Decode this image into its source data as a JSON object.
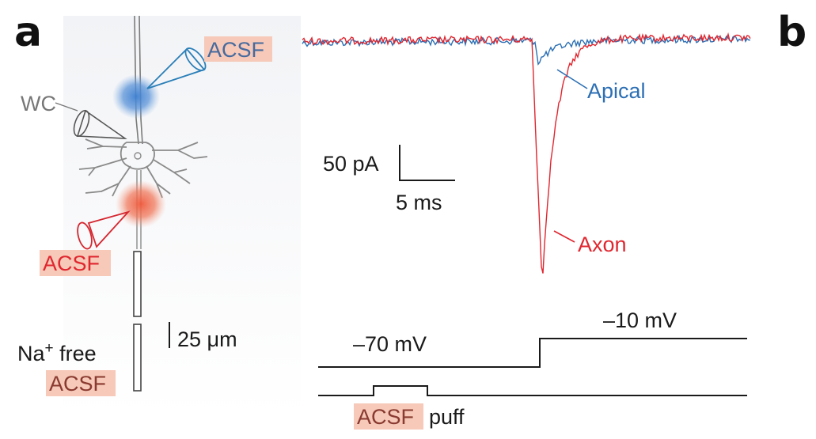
{
  "panels": {
    "a": {
      "letter": "a",
      "labels": {
        "acsf_top": "ACSF",
        "wc": "WC",
        "acsf_bottom": "ACSF",
        "na_free_prefix": "Na",
        "na_free_superscript": "+",
        "na_free_suffix": " free",
        "acsf_na": "ACSF",
        "scale": "25 μm"
      }
    },
    "b": {
      "letter": "b",
      "labels": {
        "apical": "Apical",
        "axon": "Axon",
        "scale_y": "50 pA",
        "scale_x": "5 ms",
        "v_hold": "–70 mV",
        "v_step": "–10 mV",
        "puff_highlight": "ACSF",
        "puff_suffix": "puff"
      }
    }
  },
  "colors": {
    "apical": "#2c6fb4",
    "axon": "#e0262f",
    "acsf_highlight": "#f6c9b8",
    "neuron_stroke": "#777777",
    "wc_label": "#777777"
  }
}
